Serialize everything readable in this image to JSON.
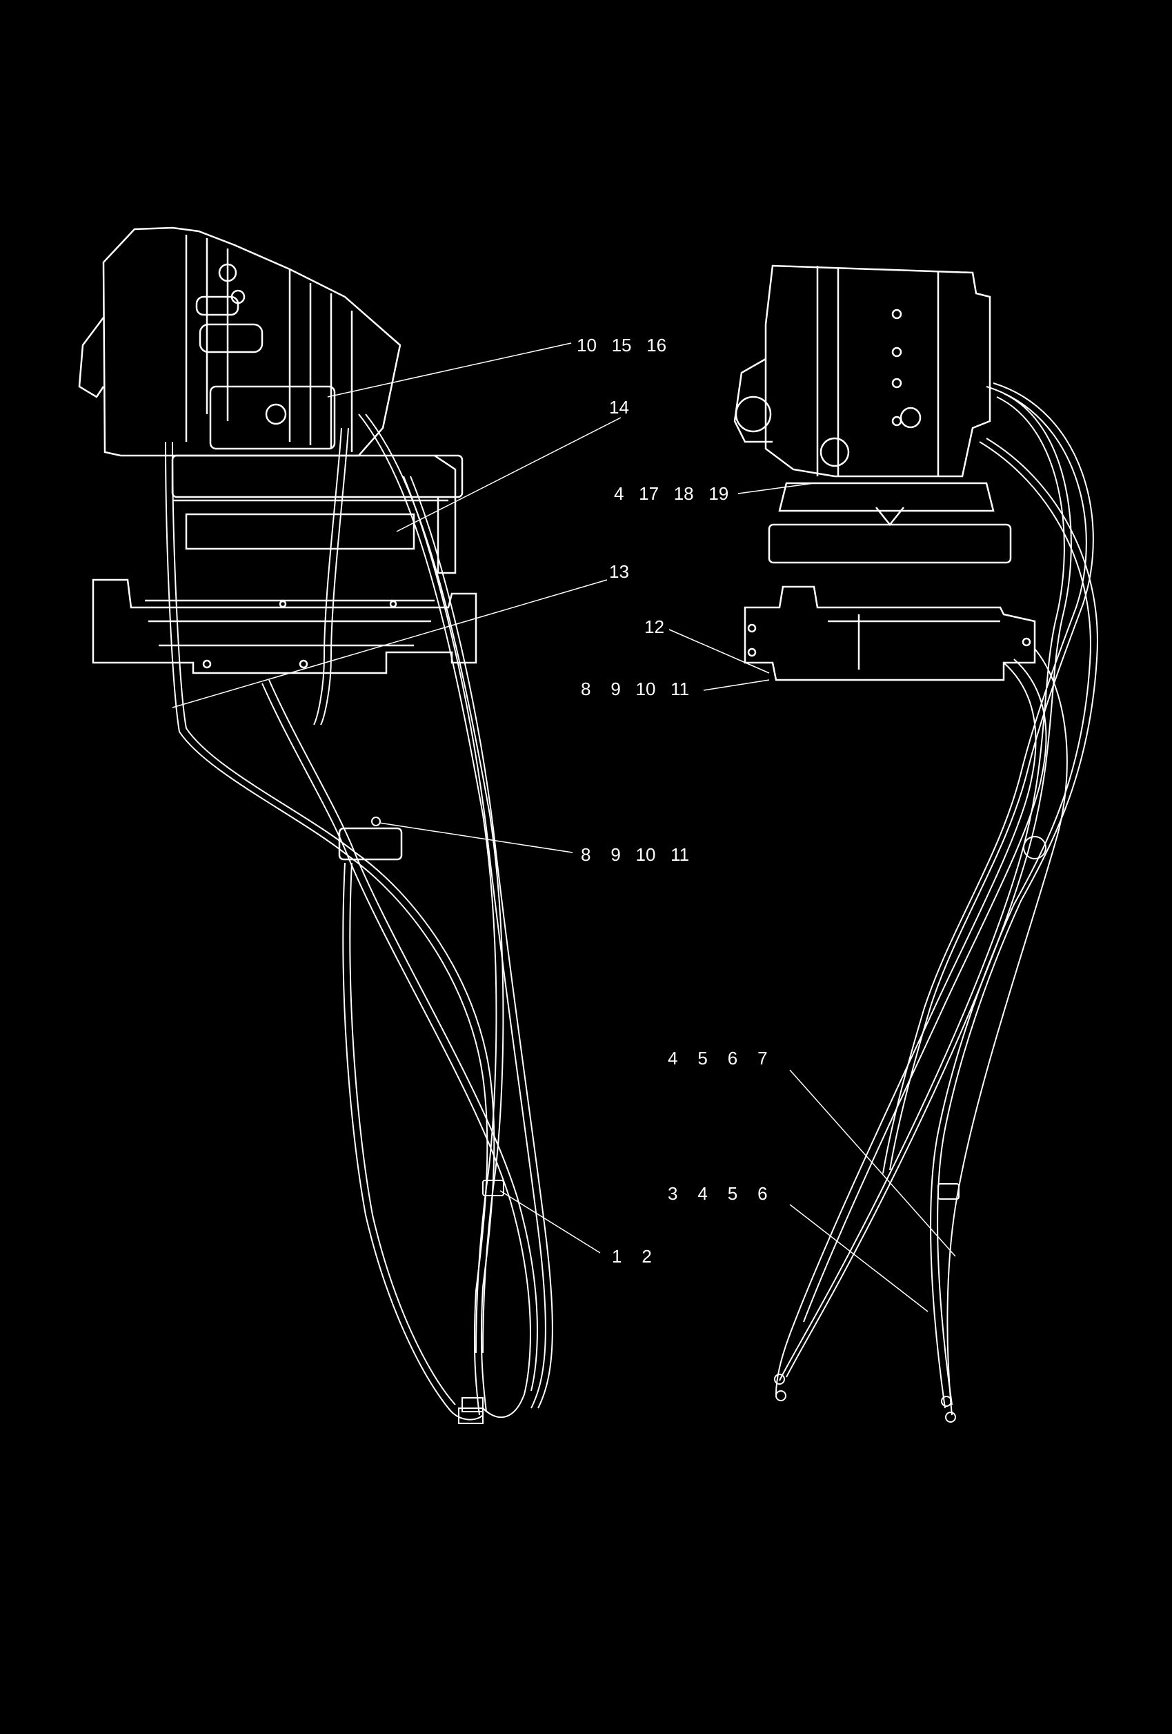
{
  "callouts": {
    "left": [
      {
        "id": "l1",
        "text": "10   15   16"
      },
      {
        "id": "l2",
        "text": "14"
      },
      {
        "id": "l3",
        "text": "13"
      },
      {
        "id": "l4",
        "text": "8    9   10   11"
      },
      {
        "id": "l5",
        "text": "1    2"
      }
    ],
    "right": [
      {
        "id": "r1",
        "text": "4   17   18   19"
      },
      {
        "id": "r2",
        "text": "12"
      },
      {
        "id": "r3",
        "text": "8    9   10   11"
      },
      {
        "id": "r4",
        "text": "4    5    6    7"
      },
      {
        "id": "r5",
        "text": "3    4    5    6"
      }
    ]
  },
  "colors": {
    "background": "#000000",
    "line": "#ffffff"
  }
}
